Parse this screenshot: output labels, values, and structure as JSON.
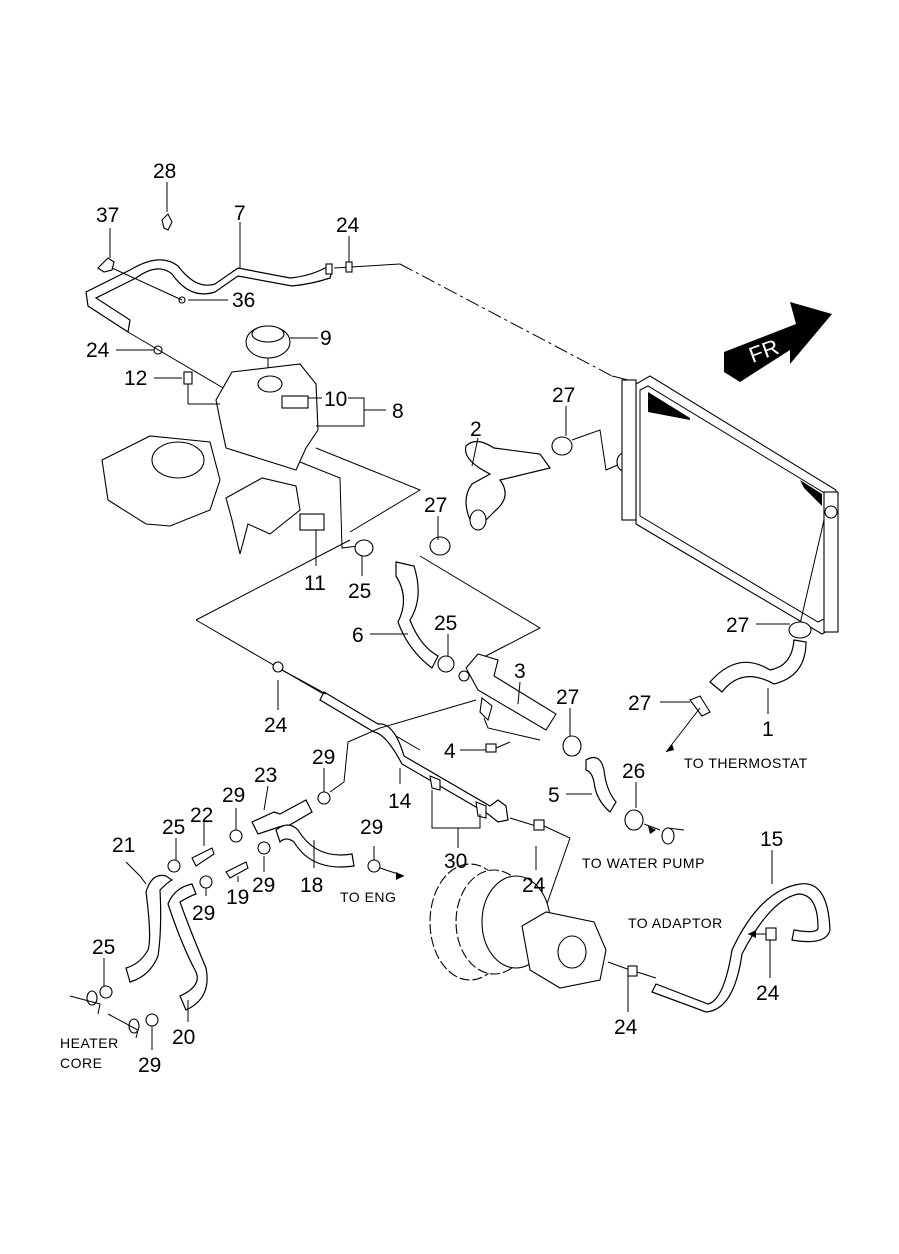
{
  "diagram": {
    "title": "Engine cooling system hoses and radiator - exploded parts view",
    "direction_badge": {
      "label": "FR",
      "icon": "front-direction-arrow",
      "color": "#000000"
    },
    "notes": {
      "to_thermostat": "TO THERMOSTAT",
      "to_water_pump": "TO WATER PUMP",
      "to_eng": "TO ENG",
      "to_adaptor": "TO ADAPTOR",
      "heater_core_line1": "HEATER",
      "heater_core_line2": "CORE"
    },
    "callouts": [
      {
        "id": "c28",
        "label": "28",
        "part": "clip"
      },
      {
        "id": "c37",
        "label": "37",
        "part": "bracket"
      },
      {
        "id": "c7",
        "label": "7",
        "part": "overflow hose"
      },
      {
        "id": "c24a",
        "label": "24",
        "part": "clamp"
      },
      {
        "id": "c36",
        "label": "36",
        "part": "screw"
      },
      {
        "id": "c24b",
        "label": "24",
        "part": "clamp"
      },
      {
        "id": "c9",
        "label": "9",
        "part": "reservoir cap"
      },
      {
        "id": "c12",
        "label": "12",
        "part": "bolt"
      },
      {
        "id": "c10",
        "label": "10",
        "part": "reservoir"
      },
      {
        "id": "c8",
        "label": "8",
        "part": "reservoir assembly"
      },
      {
        "id": "c2",
        "label": "2",
        "part": "upper radiator hose"
      },
      {
        "id": "c27a",
        "label": "27",
        "part": "clamp"
      },
      {
        "id": "c27b",
        "label": "27",
        "part": "clamp"
      },
      {
        "id": "c11",
        "label": "11",
        "part": "bracket"
      },
      {
        "id": "c25a",
        "label": "25",
        "part": "clamp"
      },
      {
        "id": "c6",
        "label": "6",
        "part": "hose"
      },
      {
        "id": "c25b",
        "label": "25",
        "part": "clamp"
      },
      {
        "id": "c3",
        "label": "3",
        "part": "pipe"
      },
      {
        "id": "c27c",
        "label": "27",
        "part": "clamp"
      },
      {
        "id": "c27d",
        "label": "27",
        "part": "clamp"
      },
      {
        "id": "c27e",
        "label": "27",
        "part": "clamp"
      },
      {
        "id": "c1",
        "label": "1",
        "part": "lower radiator hose"
      },
      {
        "id": "c24c",
        "label": "24",
        "part": "clamp"
      },
      {
        "id": "c4",
        "label": "4",
        "part": "bolt"
      },
      {
        "id": "c26",
        "label": "26",
        "part": "clamp"
      },
      {
        "id": "c5",
        "label": "5",
        "part": "hose"
      },
      {
        "id": "c29a",
        "label": "29",
        "part": "clamp"
      },
      {
        "id": "c23",
        "label": "23",
        "part": "hose"
      },
      {
        "id": "c14",
        "label": "14",
        "part": "pipe"
      },
      {
        "id": "c29b",
        "label": "29",
        "part": "clamp"
      },
      {
        "id": "c25c",
        "label": "25",
        "part": "clamp"
      },
      {
        "id": "c22",
        "label": "22",
        "part": "pipe"
      },
      {
        "id": "c21",
        "label": "21",
        "part": "heater hose"
      },
      {
        "id": "c29c",
        "label": "29",
        "part": "clamp"
      },
      {
        "id": "c19",
        "label": "19",
        "part": "pipe"
      },
      {
        "id": "c29d",
        "label": "29",
        "part": "clamp"
      },
      {
        "id": "c18",
        "label": "18",
        "part": "hose"
      },
      {
        "id": "c29e",
        "label": "29",
        "part": "clamp"
      },
      {
        "id": "c30",
        "label": "30",
        "part": "clips"
      },
      {
        "id": "c24d",
        "label": "24",
        "part": "clamp"
      },
      {
        "id": "c15",
        "label": "15",
        "part": "hose"
      },
      {
        "id": "c24e",
        "label": "24",
        "part": "clamp"
      },
      {
        "id": "c24f",
        "label": "24",
        "part": "clamp"
      },
      {
        "id": "c25d",
        "label": "25",
        "part": "clamp"
      },
      {
        "id": "c20",
        "label": "20",
        "part": "heater hose"
      },
      {
        "id": "c29f",
        "label": "29",
        "part": "clamp"
      }
    ]
  }
}
